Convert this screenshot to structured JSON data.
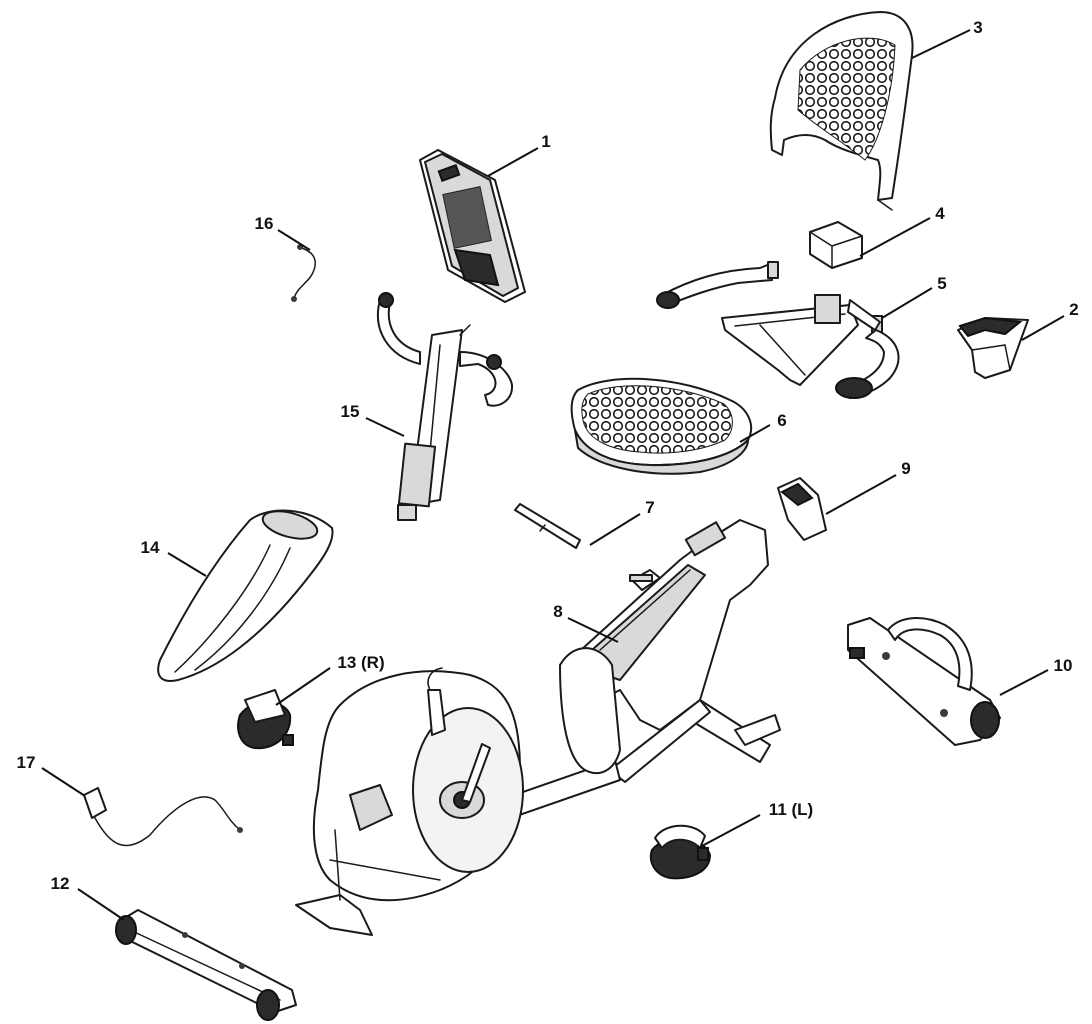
{
  "callouts": [
    {
      "id": "1",
      "text": "1"
    },
    {
      "id": "2",
      "text": "2"
    },
    {
      "id": "3",
      "text": "3"
    },
    {
      "id": "4",
      "text": "4"
    },
    {
      "id": "5",
      "text": "5"
    },
    {
      "id": "6",
      "text": "6"
    },
    {
      "id": "7",
      "text": "7"
    },
    {
      "id": "8",
      "text": "8"
    },
    {
      "id": "9",
      "text": "9"
    },
    {
      "id": "10",
      "text": "10"
    },
    {
      "id": "11",
      "text": "11 (L)"
    },
    {
      "id": "12",
      "text": "12"
    },
    {
      "id": "13",
      "text": "13 (R)"
    },
    {
      "id": "14",
      "text": "14"
    },
    {
      "id": "15",
      "text": "15"
    },
    {
      "id": "16",
      "text": "16"
    },
    {
      "id": "17",
      "text": "17"
    }
  ]
}
